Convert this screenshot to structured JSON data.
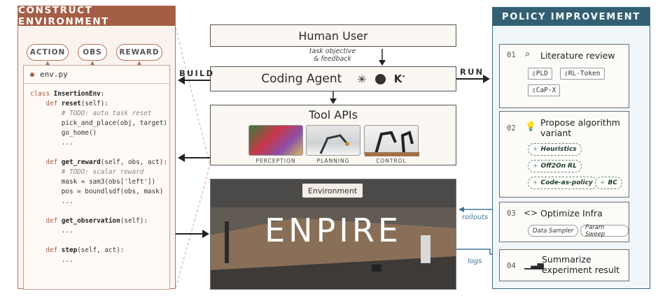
{
  "left": {
    "header": "CONSTRUCT ENVIRONMENT",
    "pills": [
      "ACTION",
      "OBS",
      "REWARD"
    ],
    "file": "env.py",
    "code": {
      "class_kw": "class",
      "class_name": "InsertionEnv",
      "class_tail": ":",
      "reset_def": "def",
      "reset_name": "reset",
      "reset_args": "(self):",
      "reset_c": "# TODO: auto task reset",
      "reset_l1": "pick_and_place(obj, target)",
      "reset_l2": "go_home()",
      "ellipsis": "...",
      "reward_def": "def",
      "reward_name": "get_reward",
      "reward_args": "(self, obs, act):",
      "reward_c": "# TODO: scalar reward",
      "reward_l1": "mask = sam3(obs['left'])",
      "reward_l2": "pos = boundlsdf(obs, mask)",
      "obs_def": "def",
      "obs_name": "get_observation",
      "obs_args": "(self):",
      "step_def": "def",
      "step_name": "step",
      "step_args": "(self, act):"
    }
  },
  "center": {
    "human_user": "Human User",
    "task_label_1": "task objective",
    "task_label_2": "& feedback",
    "coding_agent": "Coding Agent",
    "tools_title": "Tool APIs",
    "tools": [
      "PERCEPTION",
      "PLANNING",
      "CONTROL"
    ],
    "environment_tag": "Environment",
    "enpire": "ENPIRE",
    "build": "BUILD",
    "run": "RUN",
    "rollouts": "rollouts",
    "logs": "logs"
  },
  "right": {
    "header": "POLICY IMPROVEMENT",
    "steps": [
      {
        "num": "01",
        "title": "Literature review",
        "tags": [
          "PLD",
          "RL-Token",
          "CaP-X"
        ]
      },
      {
        "num": "02",
        "title_1": "Propose algorithm",
        "title_2": "variant",
        "tags": [
          "Heuristics",
          "Off2On RL",
          "Code-as-policy",
          "BC"
        ]
      },
      {
        "num": "03",
        "title": "Optimize Infra",
        "tags": [
          "Data Sampler",
          "Param Sweep"
        ]
      },
      {
        "num": "04",
        "title_1": "Summarize",
        "title_2": "experiment result"
      }
    ]
  },
  "colors": {
    "brown": "#a45e45",
    "teal": "#325f73",
    "box": "#fbf7f2"
  }
}
